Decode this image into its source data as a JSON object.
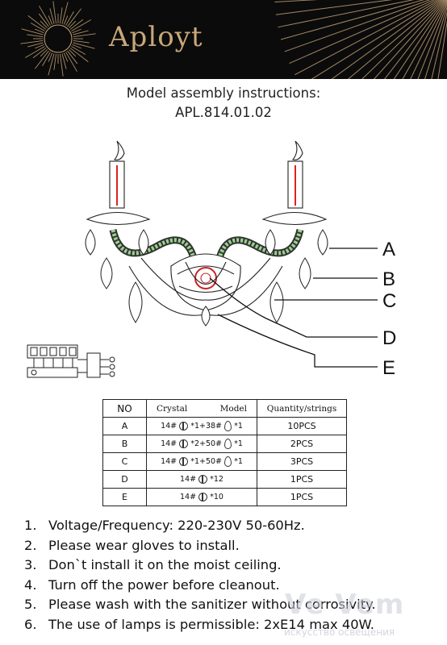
{
  "brand": {
    "name": "Aployt",
    "accent": "#c9a77a",
    "bg": "#0b0b0b"
  },
  "title": {
    "line1": "Model assembly instructions:",
    "line2": "APL.814.01.02"
  },
  "labels": [
    "A",
    "B",
    "C",
    "D",
    "E"
  ],
  "table": {
    "headers": {
      "no": "NO",
      "crystal": "Crystal",
      "model": "Model",
      "qty": "Quantity/strings"
    },
    "rows": [
      {
        "no": "A",
        "crystal": [
          "14#",
          "*1+38#",
          "*1"
        ],
        "qty": "10PCS"
      },
      {
        "no": "B",
        "crystal": [
          "14#",
          "*2+50#",
          "*1"
        ],
        "qty": "2PCS"
      },
      {
        "no": "C",
        "crystal": [
          "14#",
          "*1+50#",
          "*1"
        ],
        "qty": "3PCS"
      },
      {
        "no": "D",
        "crystal": [
          "14#",
          "*12",
          ""
        ],
        "qty": "1PCS"
      },
      {
        "no": "E",
        "crystal": [
          "14#",
          "*10",
          ""
        ],
        "qty": "1PCS"
      }
    ]
  },
  "notes": [
    {
      "n": "1.",
      "text": "Voltage/Frequency: 220-230V 50-60Hz."
    },
    {
      "n": "2.",
      "text": "Please wear gloves to install."
    },
    {
      "n": "3.",
      "text": "Don`t install it on the moist ceiling."
    },
    {
      "n": "4.",
      "text": "Turn off the power before cleanout."
    },
    {
      "n": "5.",
      "text": "Please wash with the sanitizer without corrosivity."
    },
    {
      "n": "6.",
      "text": "The use of lamps is permissible: 2xE14 max 40W."
    }
  ],
  "watermark": {
    "main": "Ve Vem",
    "sub": "искусство освещения"
  }
}
